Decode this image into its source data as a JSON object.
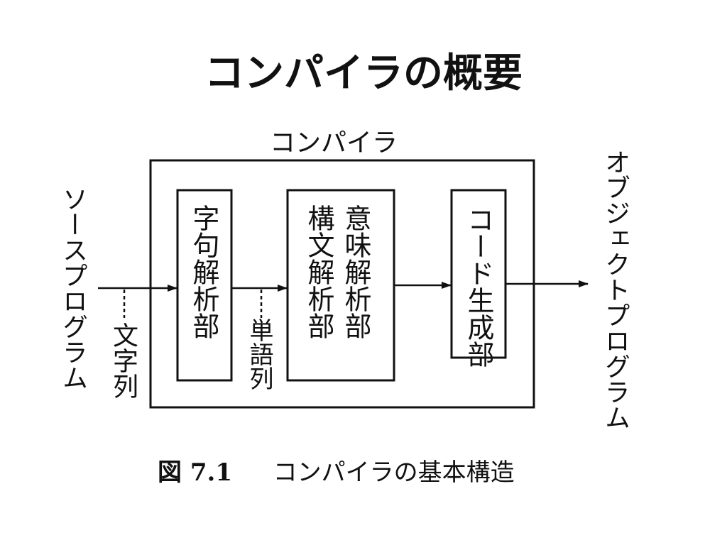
{
  "title": "コンパイラの概要",
  "compiler_label": "コンパイラ",
  "source_label": "ソースプログラム",
  "object_label": "オブジェクトプログラム",
  "char_stream_label": "文字列",
  "token_stream_label": "単語列",
  "stages": {
    "lexical": "字句解析部",
    "syntax": "構文解析部",
    "semantic": "意味解析部",
    "codegen": "コード生成部"
  },
  "caption": {
    "figure": "図 7.1",
    "text": "コンパイラの基本構造"
  }
}
